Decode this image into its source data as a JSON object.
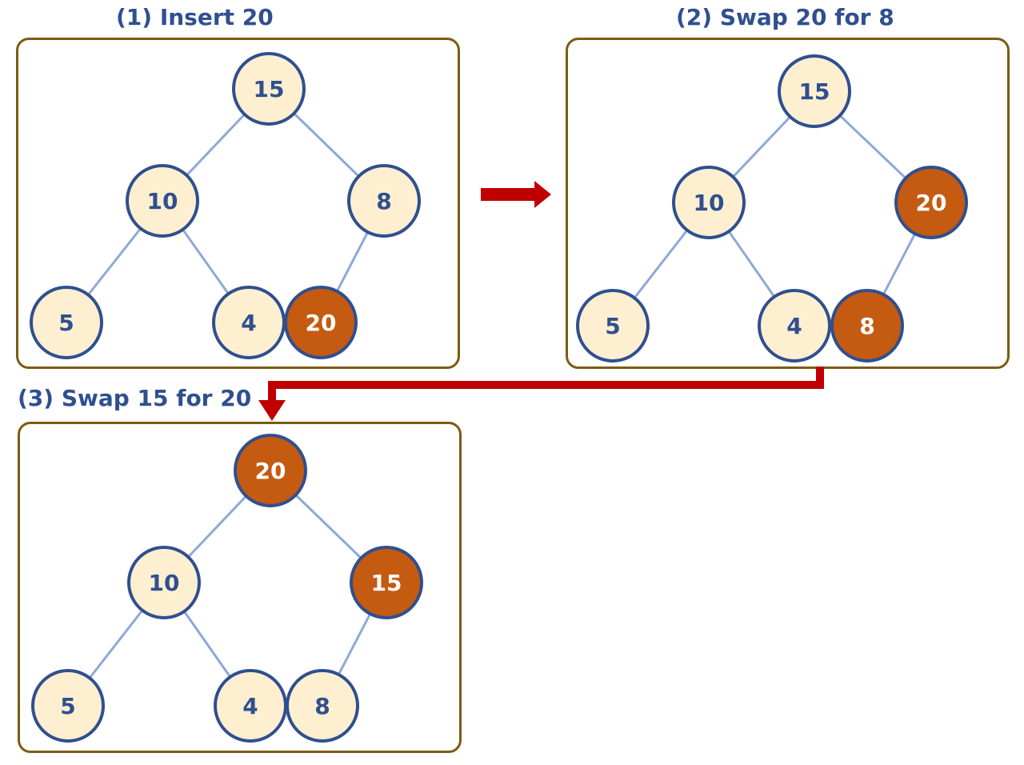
{
  "colors": {
    "panel_border": "#7a5c12",
    "node_fill": "#fdefd0",
    "node_border": "#2f4f8f",
    "node_text": "#2f4f8f",
    "highlight_fill": "#c55a11",
    "highlight_text": "#ffffff",
    "edge": "#8fa8d8",
    "arrow": "#c00000",
    "title_text": "#2f4f8f"
  },
  "steps": [
    {
      "title": "(1) Insert 20",
      "nodes": [
        {
          "value": "15",
          "highlighted": false
        },
        {
          "value": "10",
          "highlighted": false
        },
        {
          "value": "8",
          "highlighted": false
        },
        {
          "value": "5",
          "highlighted": false
        },
        {
          "value": "4",
          "highlighted": false
        },
        {
          "value": "20",
          "highlighted": true
        }
      ]
    },
    {
      "title": "(2) Swap 20 for 8",
      "nodes": [
        {
          "value": "15",
          "highlighted": false
        },
        {
          "value": "10",
          "highlighted": false
        },
        {
          "value": "20",
          "highlighted": true
        },
        {
          "value": "5",
          "highlighted": false
        },
        {
          "value": "4",
          "highlighted": false
        },
        {
          "value": "8",
          "highlighted": true
        }
      ]
    },
    {
      "title": "(3) Swap 15 for 20",
      "nodes": [
        {
          "value": "20",
          "highlighted": true
        },
        {
          "value": "10",
          "highlighted": false
        },
        {
          "value": "15",
          "highlighted": true
        },
        {
          "value": "5",
          "highlighted": false
        },
        {
          "value": "4",
          "highlighted": false
        },
        {
          "value": "8",
          "highlighted": false
        }
      ]
    }
  ]
}
